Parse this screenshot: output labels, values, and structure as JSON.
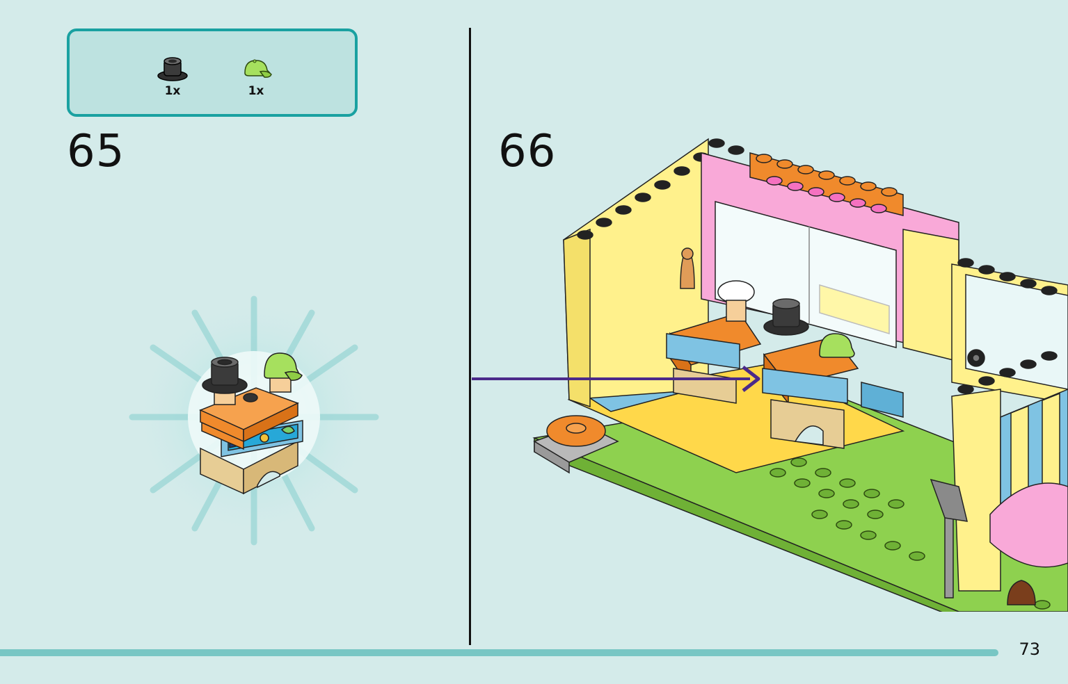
{
  "parts": [
    {
      "icon": "black-top-hat-icon",
      "quantity": "1x",
      "color": "#3a3a3a"
    },
    {
      "icon": "lime-cap-icon",
      "quantity": "1x",
      "color": "#9fdc5a"
    }
  ],
  "steps": [
    {
      "number": "65"
    },
    {
      "number": "66"
    }
  ],
  "page_number": "73",
  "colors": {
    "background": "#d4ebea",
    "accent": "#1aa1a1",
    "bar": "#78c6c4",
    "arrow": "#4b2a8a",
    "yellow": "#fff18c",
    "pink": "#f9a9d8",
    "orange": "#f08a2c",
    "green": "#8ed14f",
    "blue": "#7fc3e3",
    "tan": "#e7cd95"
  }
}
